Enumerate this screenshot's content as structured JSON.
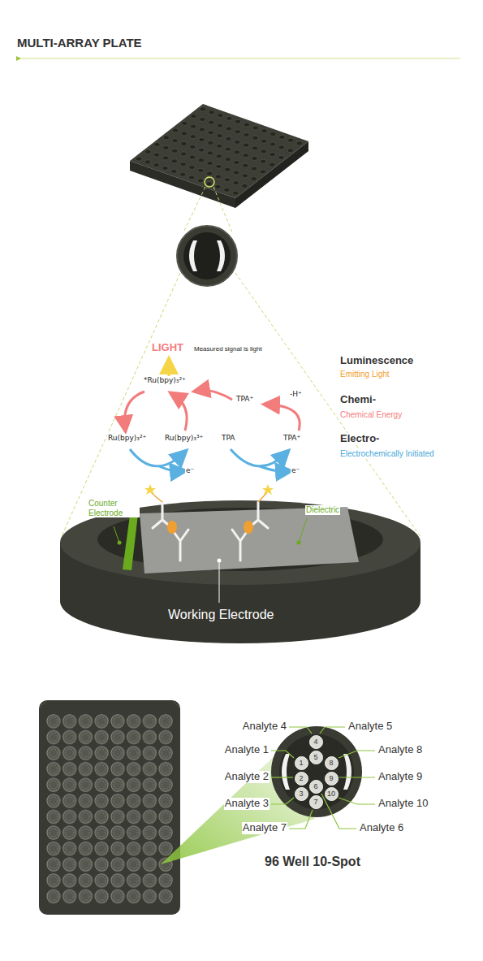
{
  "diagram": {
    "title": "MULTI-ARRAY PLATE",
    "nodes": [
      {
        "text": [
          "1"
        ]
      },
      {
        "text": [
          "2"
        ]
      },
      {
        "text": [
          "3"
        ]
      },
      {
        "text": [
          "4"
        ]
      },
      {
        "text": [
          "5"
        ]
      },
      {
        "text": [
          "6"
        ]
      },
      {
        "text": [
          "7"
        ]
      },
      {
        "text": [
          "8"
        ]
      },
      {
        "text": [
          "9"
        ]
      },
      {
        "text": [
          "10"
        ]
      }
    ],
    "labels": [
      "LIGHT",
      "Measured signal is light",
      "*Ru(bpy)₃²⁺",
      "TPA⁺",
      "-H⁺",
      "Luminescence",
      "Emitting Light",
      "Chemi-",
      "Chemical Energy",
      "Ru(bpy)₃²⁺",
      "Ru(bpy)₃³⁺",
      "TPA",
      "TPA⁺",
      "Electro-",
      "Electrochemically Initiated",
      "e⁻",
      "e⁻",
      "Counter Electrode",
      "Dielectric",
      "Working Electrode",
      "Analyte 4",
      "Analyte 5",
      "Analyte 1",
      "Analyte 8",
      "Analyte 2",
      "Analyte 9",
      "Analyte 3",
      "Analyte 10",
      "Analyte 7",
      "Analyte 6",
      "96 Well 10-Spot"
    ]
  }
}
